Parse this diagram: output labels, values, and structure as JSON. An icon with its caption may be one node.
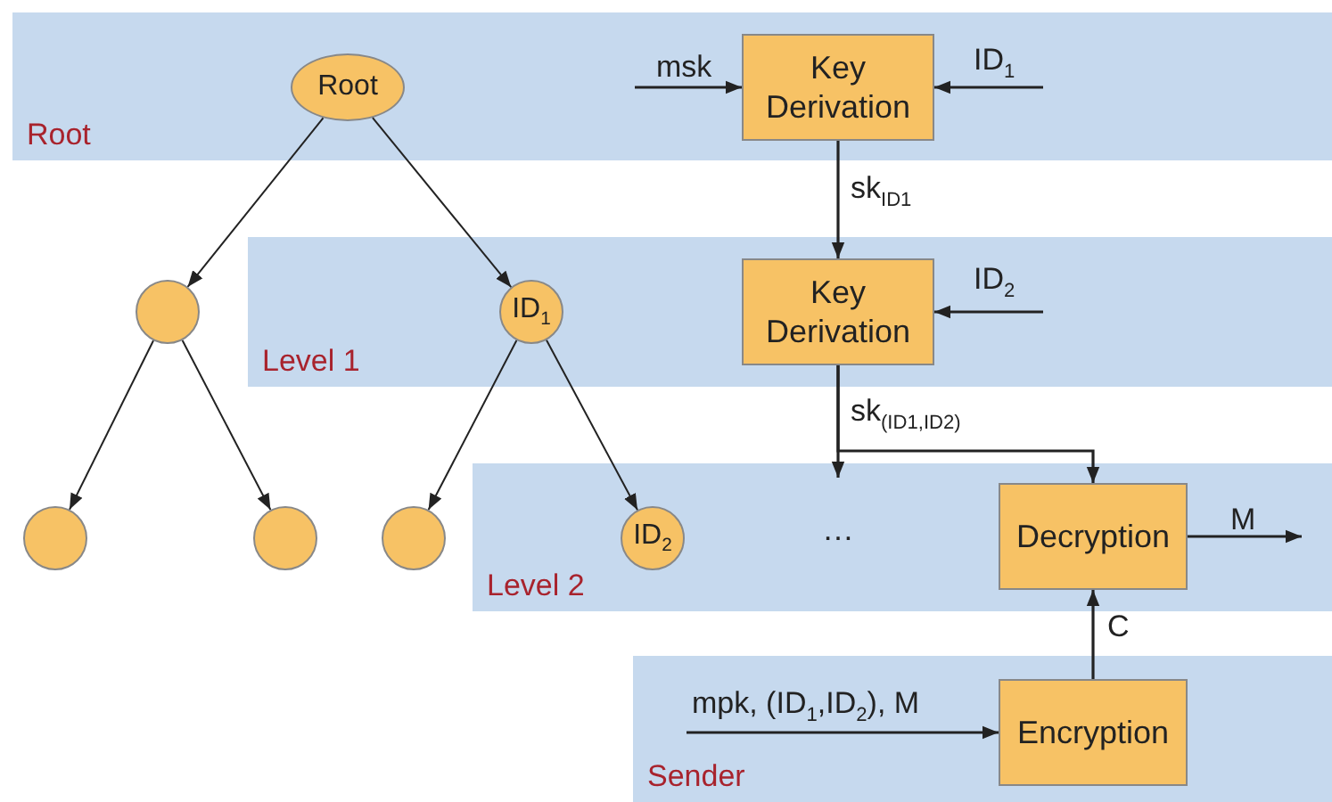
{
  "diagram": {
    "nodes": [
      {
        "text": [
          "Root"
        ]
      },
      {
        "text": [
          "Root"
        ],
        "in": 0
      },
      {
        "text": [
          "Key Derivation"
        ],
        "in": 0
      },
      {
        "text": [
          "Level 1"
        ]
      },
      {
        "text": [],
        "shape": "circle"
      },
      {
        "text": [
          "ID$_{1}$"
        ],
        "in": 3
      },
      {
        "text": [
          "Key Derivation"
        ],
        "in": 3
      },
      {
        "text": [
          "Level 2"
        ]
      },
      {
        "text": [],
        "shape": "circle"
      },
      {
        "text": [],
        "shape": "circle"
      },
      {
        "text": [],
        "shape": "circle"
      },
      {
        "text": [
          "ID$_{2}$"
        ],
        "in": 7
      },
      {
        "text": [
          "…"
        ],
        "in": 7
      },
      {
        "text": [
          "Decryption"
        ],
        "in": 7
      },
      {
        "text": [
          "Sender"
        ]
      },
      {
        "text": [
          "Encryption"
        ],
        "in": 14
      }
    ],
    "edges": [
      {
        "from": 1,
        "to": 4,
        "arrow": "to"
      },
      {
        "from": 1,
        "to": 5,
        "arrow": "to"
      },
      {
        "from": 4,
        "to": 8,
        "arrow": "to"
      },
      {
        "from": 4,
        "to": 9,
        "arrow": "to"
      },
      {
        "from": 5,
        "to": 10,
        "arrow": "to"
      },
      {
        "from": 5,
        "to": 11,
        "arrow": "to"
      },
      {
        "from": null,
        "to": 2,
        "arrow": "to",
        "label": "msk"
      },
      {
        "from": null,
        "to": 2,
        "arrow": "to",
        "label": "ID$_{1}$"
      },
      {
        "from": 2,
        "to": 6,
        "arrow": "to",
        "label": "sk$_{ID1}$"
      },
      {
        "from": null,
        "to": 6,
        "arrow": "to",
        "label": "ID$_{2}$"
      },
      {
        "from": 6,
        "to": 12,
        "arrow": "to",
        "label": "sk$_{(ID1,ID2)}$"
      },
      {
        "from": 6,
        "to": 13,
        "arrow": "to"
      },
      {
        "from": 13,
        "to": null,
        "arrow": "to",
        "label": "M"
      },
      {
        "from": 15,
        "to": 13,
        "arrow": "to",
        "label": "C"
      },
      {
        "from": null,
        "to": 15,
        "arrow": "to",
        "label": "mpk, (ID$_{1}$,ID$_{2}$), M"
      }
    ]
  }
}
